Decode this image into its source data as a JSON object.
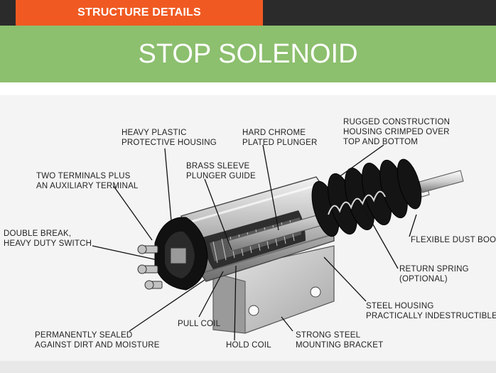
{
  "header": {
    "tag": "STRUCTURE DETAILS",
    "title": "STOP SOLENOID"
  },
  "labels": {
    "rugged_1": "RUGGED CONSTRUCTION",
    "rugged_2": "HOUSING CRIMPED OVER",
    "rugged_3": "TOP AND BOTTOM",
    "plastic_1": "HEAVY PLASTIC",
    "plastic_2": "PROTECTIVE HOUSING",
    "chrome_1": "HARD CHROME",
    "chrome_2": "PLATED PLUNGER",
    "brass_1": "BRASS SLEEVE",
    "brass_2": "PLUNGER GUIDE",
    "terminals_1": "TWO TERMINALS PLUS",
    "terminals_2": "AN AUXILIARY TERMINAL",
    "double_1": "DOUBLE BREAK,",
    "double_2": "HEAVY DUTY SWITCH",
    "dust_boot": "FLEXIBLE DUST BOOT",
    "spring_1": "RETURN SPRING",
    "spring_2": "(OPTIONAL)",
    "steel_1": "STEEL HOUSING",
    "steel_2": "PRACTICALLY INDESTRUCTIBLE",
    "pull_coil": "PULL COIL",
    "sealed_1": "PERMANENTLY SEALED",
    "sealed_2": "AGAINST DIRT AND MOISTURE",
    "hold_coil": "HOLD COIL",
    "bracket_1": "STRONG STEEL",
    "bracket_2": "MOUNTING BRACKET"
  },
  "colors": {
    "accent": "#f05a22",
    "banner": "#8cbf6e",
    "dark": "#2b2b2b"
  }
}
